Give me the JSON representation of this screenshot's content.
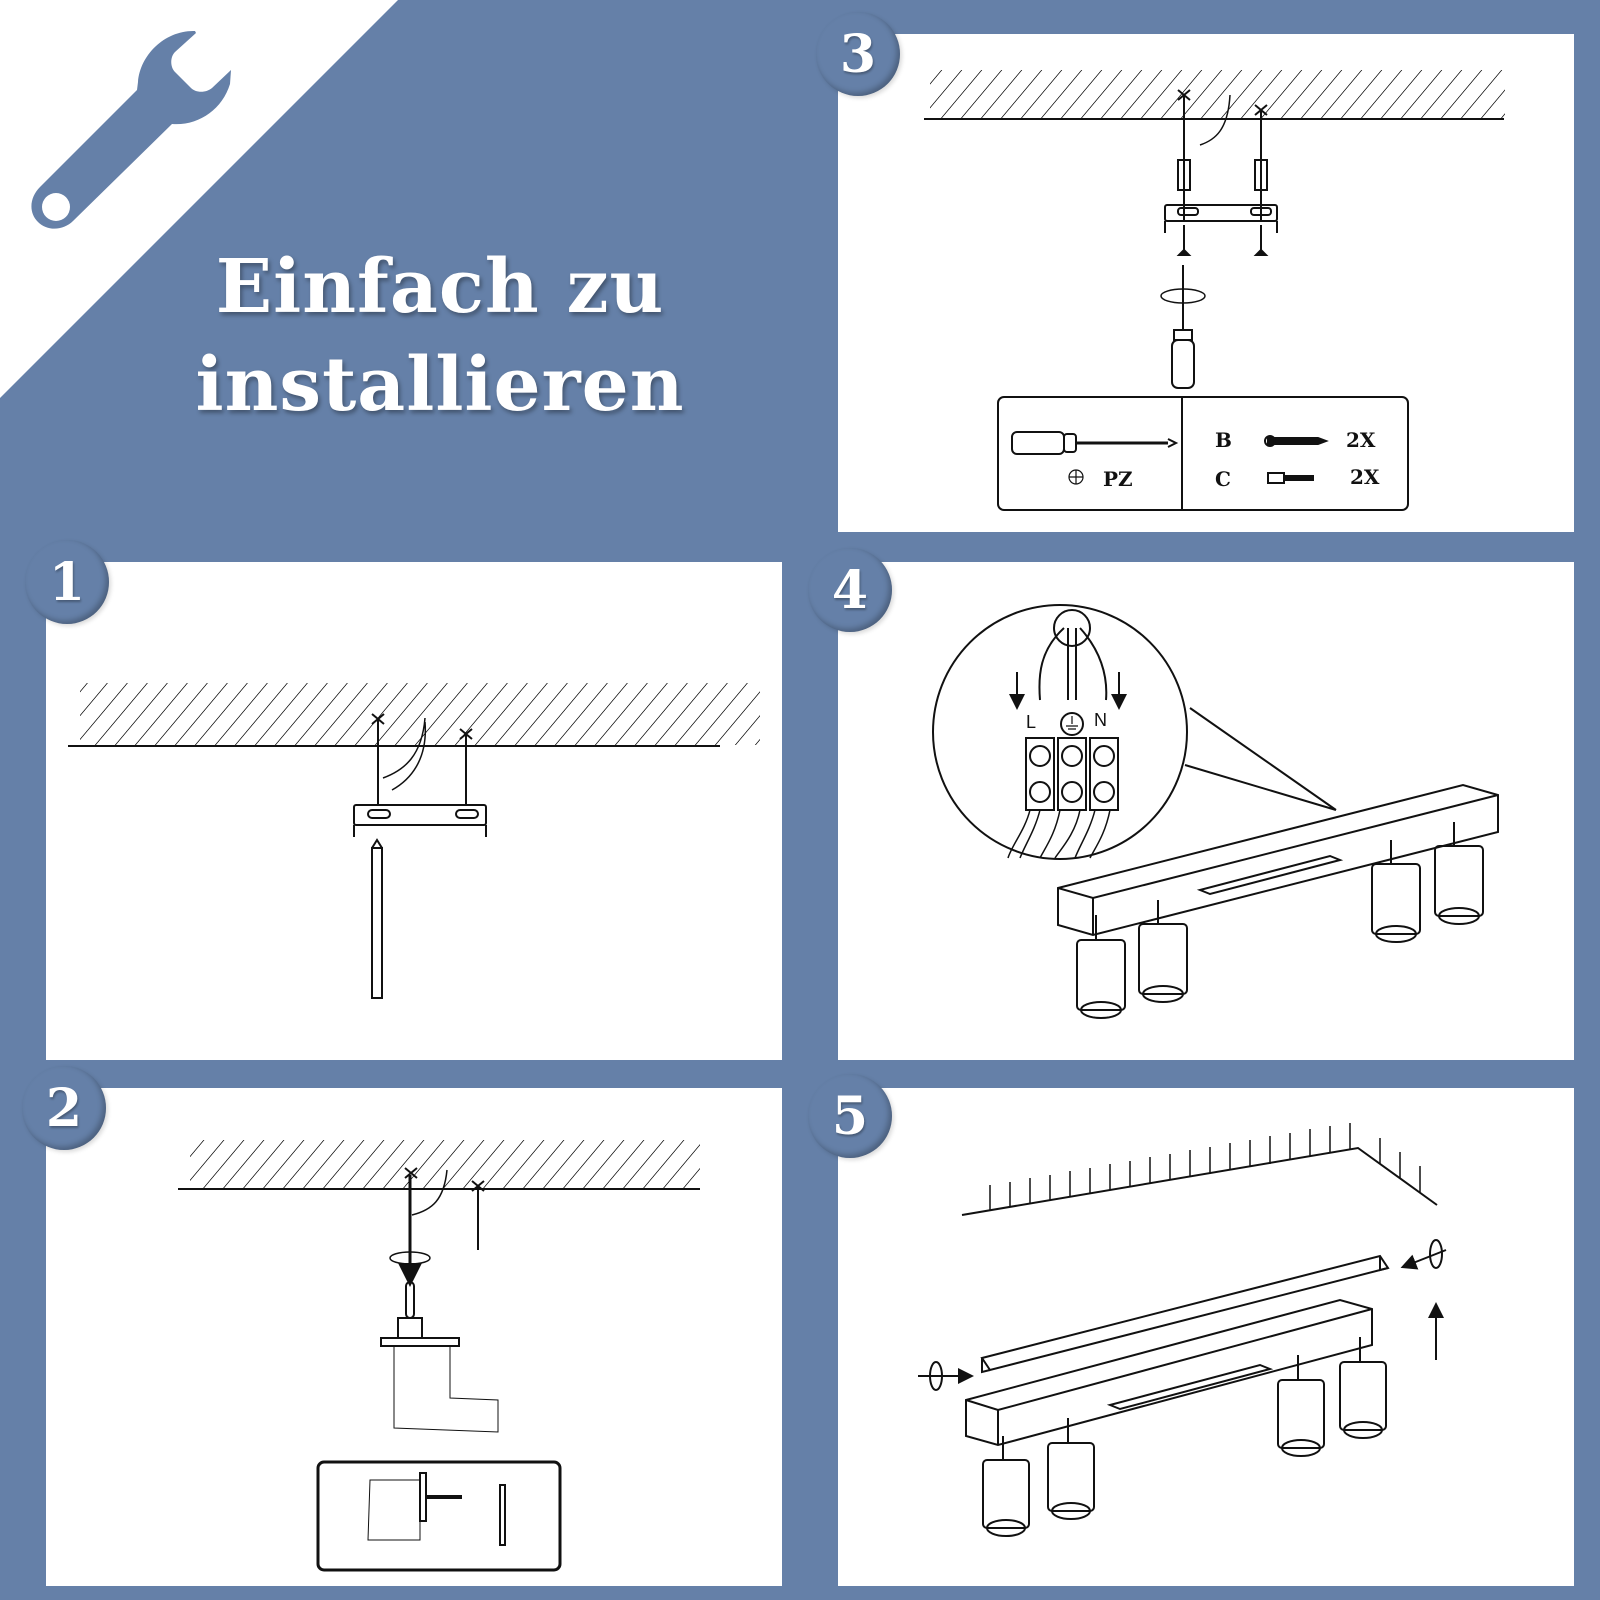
{
  "header": {
    "title_line1": "Einfach zu",
    "title_line2": "installieren",
    "icon": "wrench-icon"
  },
  "colors": {
    "background": "#6580a8",
    "panel": "#ffffff",
    "line": "#111111",
    "corner": "#ffffff"
  },
  "steps": [
    {
      "number": "1",
      "description": "mark-drill-holes-with-pencil-through-bracket"
    },
    {
      "number": "2",
      "description": "drill-holes-into-ceiling",
      "tools_box": [
        "drill-icon",
        "pencil-icon"
      ]
    },
    {
      "number": "3",
      "description": "mount-bracket-with-dowels-and-screws",
      "tools_box": {
        "screwdriver_label": "PZ",
        "parts": [
          {
            "letter": "B",
            "part": "screw-icon",
            "qty": "2X"
          },
          {
            "letter": "C",
            "part": "wall-plug-icon",
            "qty": "2X"
          }
        ]
      }
    },
    {
      "number": "4",
      "description": "connect-wires-to-terminal",
      "terminal_labels": [
        "L",
        "N"
      ],
      "earth_symbol": "ground-icon"
    },
    {
      "number": "5",
      "description": "attach-lamp-to-bracket-and-fasten-screws"
    }
  ]
}
